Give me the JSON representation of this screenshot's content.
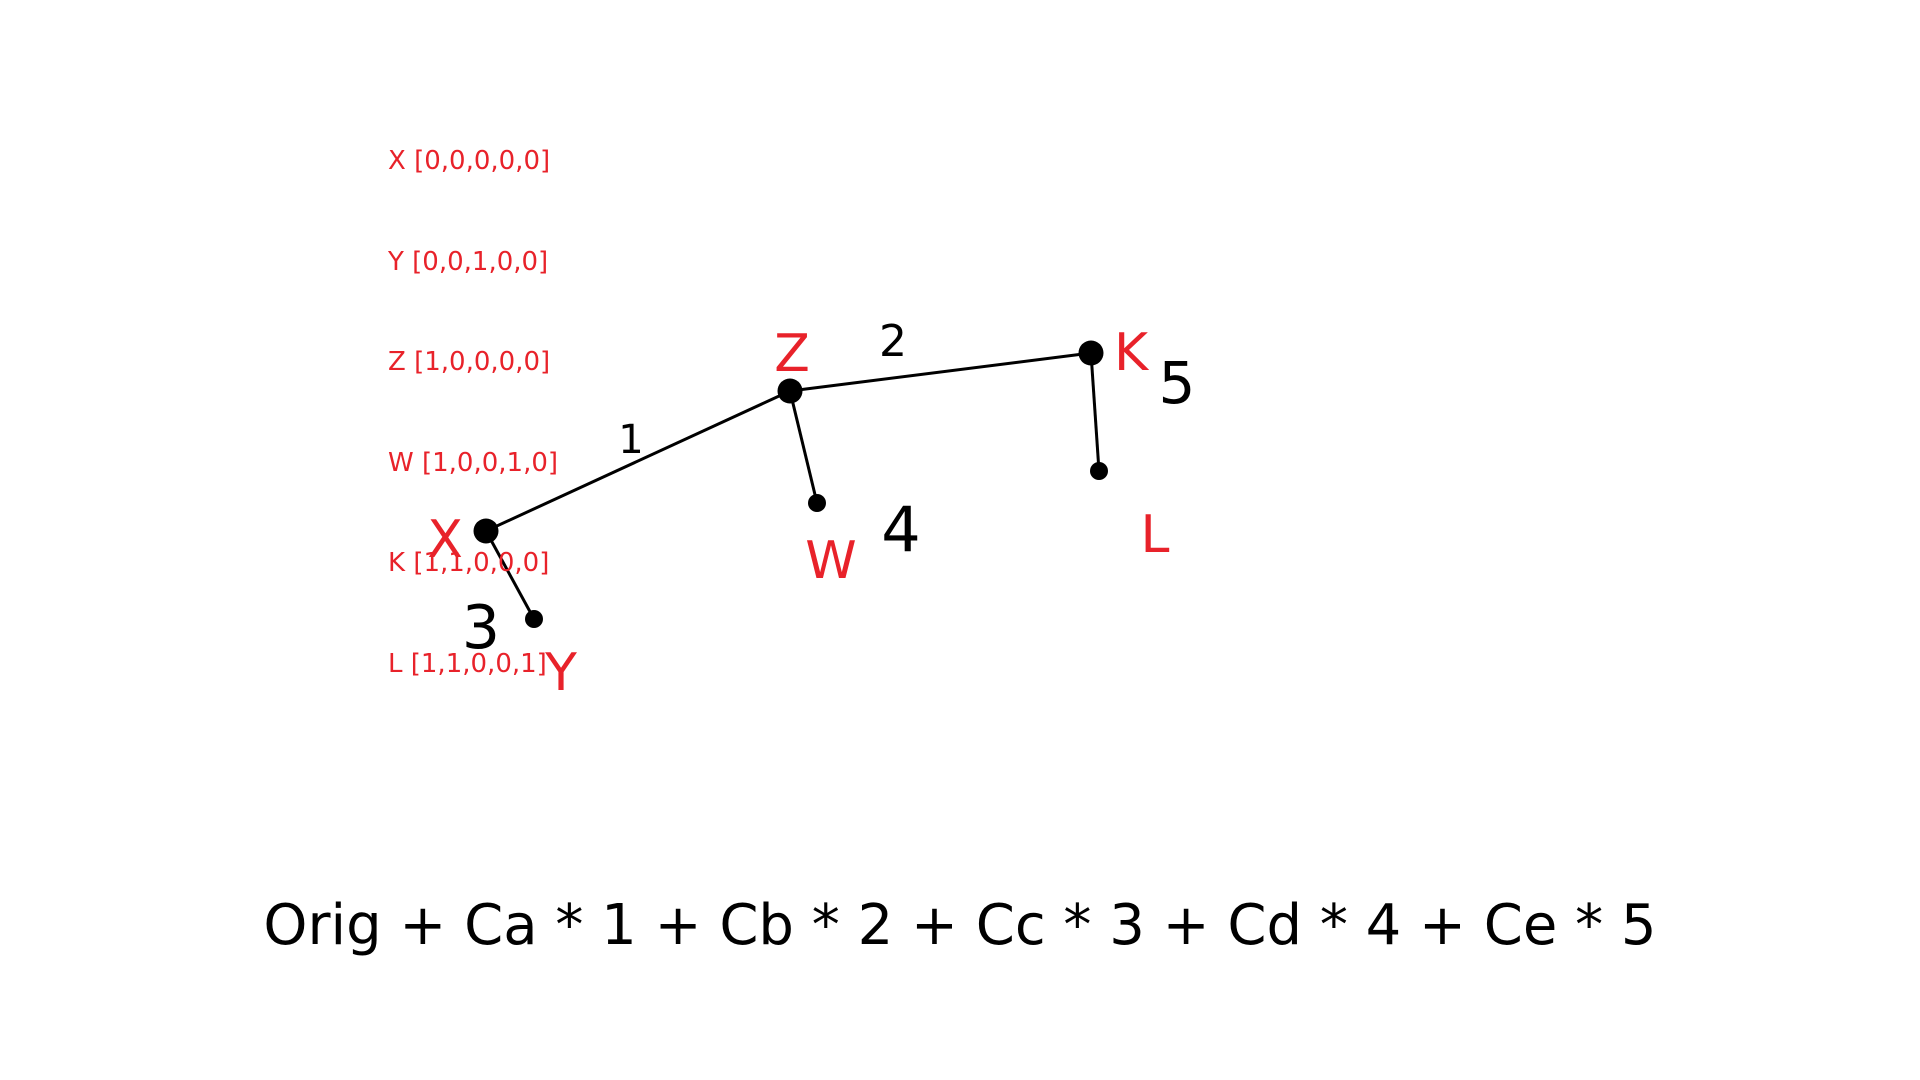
{
  "colors": {
    "node_label": "#e8222a",
    "edge": "#000000",
    "weight": "#000000"
  },
  "vectors": [
    "X [0,0,0,0,0]",
    "Y [0,0,1,0,0]",
    "Z [1,0,0,0,0]",
    "W [1,0,0,1,0]",
    "K [1,1,0,0,0]",
    "L [1,1,0,0,1]"
  ],
  "nodes": [
    {
      "id": "X",
      "label": "X",
      "kind": "major"
    },
    {
      "id": "Z",
      "label": "Z",
      "kind": "major"
    },
    {
      "id": "K",
      "label": "K",
      "kind": "major"
    },
    {
      "id": "Y",
      "label": "Y",
      "kind": "minor"
    },
    {
      "id": "W",
      "label": "W",
      "kind": "minor"
    },
    {
      "id": "L",
      "label": "L",
      "kind": "minor"
    }
  ],
  "edges": [
    {
      "from": "X",
      "to": "Z",
      "weight": "1"
    },
    {
      "from": "Z",
      "to": "K",
      "weight": "2"
    },
    {
      "from": "X",
      "to": "Y",
      "weight": "3"
    },
    {
      "from": "Z",
      "to": "W",
      "weight": "4"
    },
    {
      "from": "K",
      "to": "L",
      "weight": "5"
    }
  ],
  "formula": "Orig + Ca * 1 + Cb * 2 + Cc * 3 + Cd * 4 + Ce * 5"
}
